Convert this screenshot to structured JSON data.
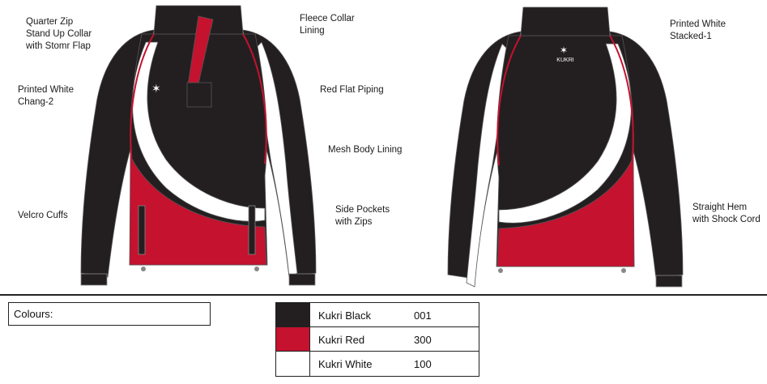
{
  "annotations": {
    "quarter_zip": "Quarter Zip\nStand Up Collar\nwith Stomr Flap",
    "printed_white_chang": "Printed White\nChang-2",
    "velcro_cuffs": "Velcro Cuffs",
    "fleece_collar": "Fleece Collar\nLining",
    "red_flat_piping": "Red Flat Piping",
    "mesh_body": "Mesh Body Lining",
    "side_pockets": "Side Pockets\nwith Zips",
    "printed_white_stacked": "Printed White\nStacked-1",
    "straight_hem": "Straight Hem\nwith Shock Cord"
  },
  "front_logo_text": "",
  "back_logo_text": "KUKRI",
  "colours_label": "Colours:",
  "swatches": [
    {
      "name": "Kukri Black",
      "code": "001",
      "color": "#231f20"
    },
    {
      "name": "Kukri Red",
      "code": "300",
      "color": "#c4122f"
    },
    {
      "name": "Kukri White",
      "code": "100",
      "color": "#ffffff"
    }
  ],
  "colors": {
    "black": "#231f20",
    "red": "#c4122f",
    "white": "#ffffff"
  }
}
